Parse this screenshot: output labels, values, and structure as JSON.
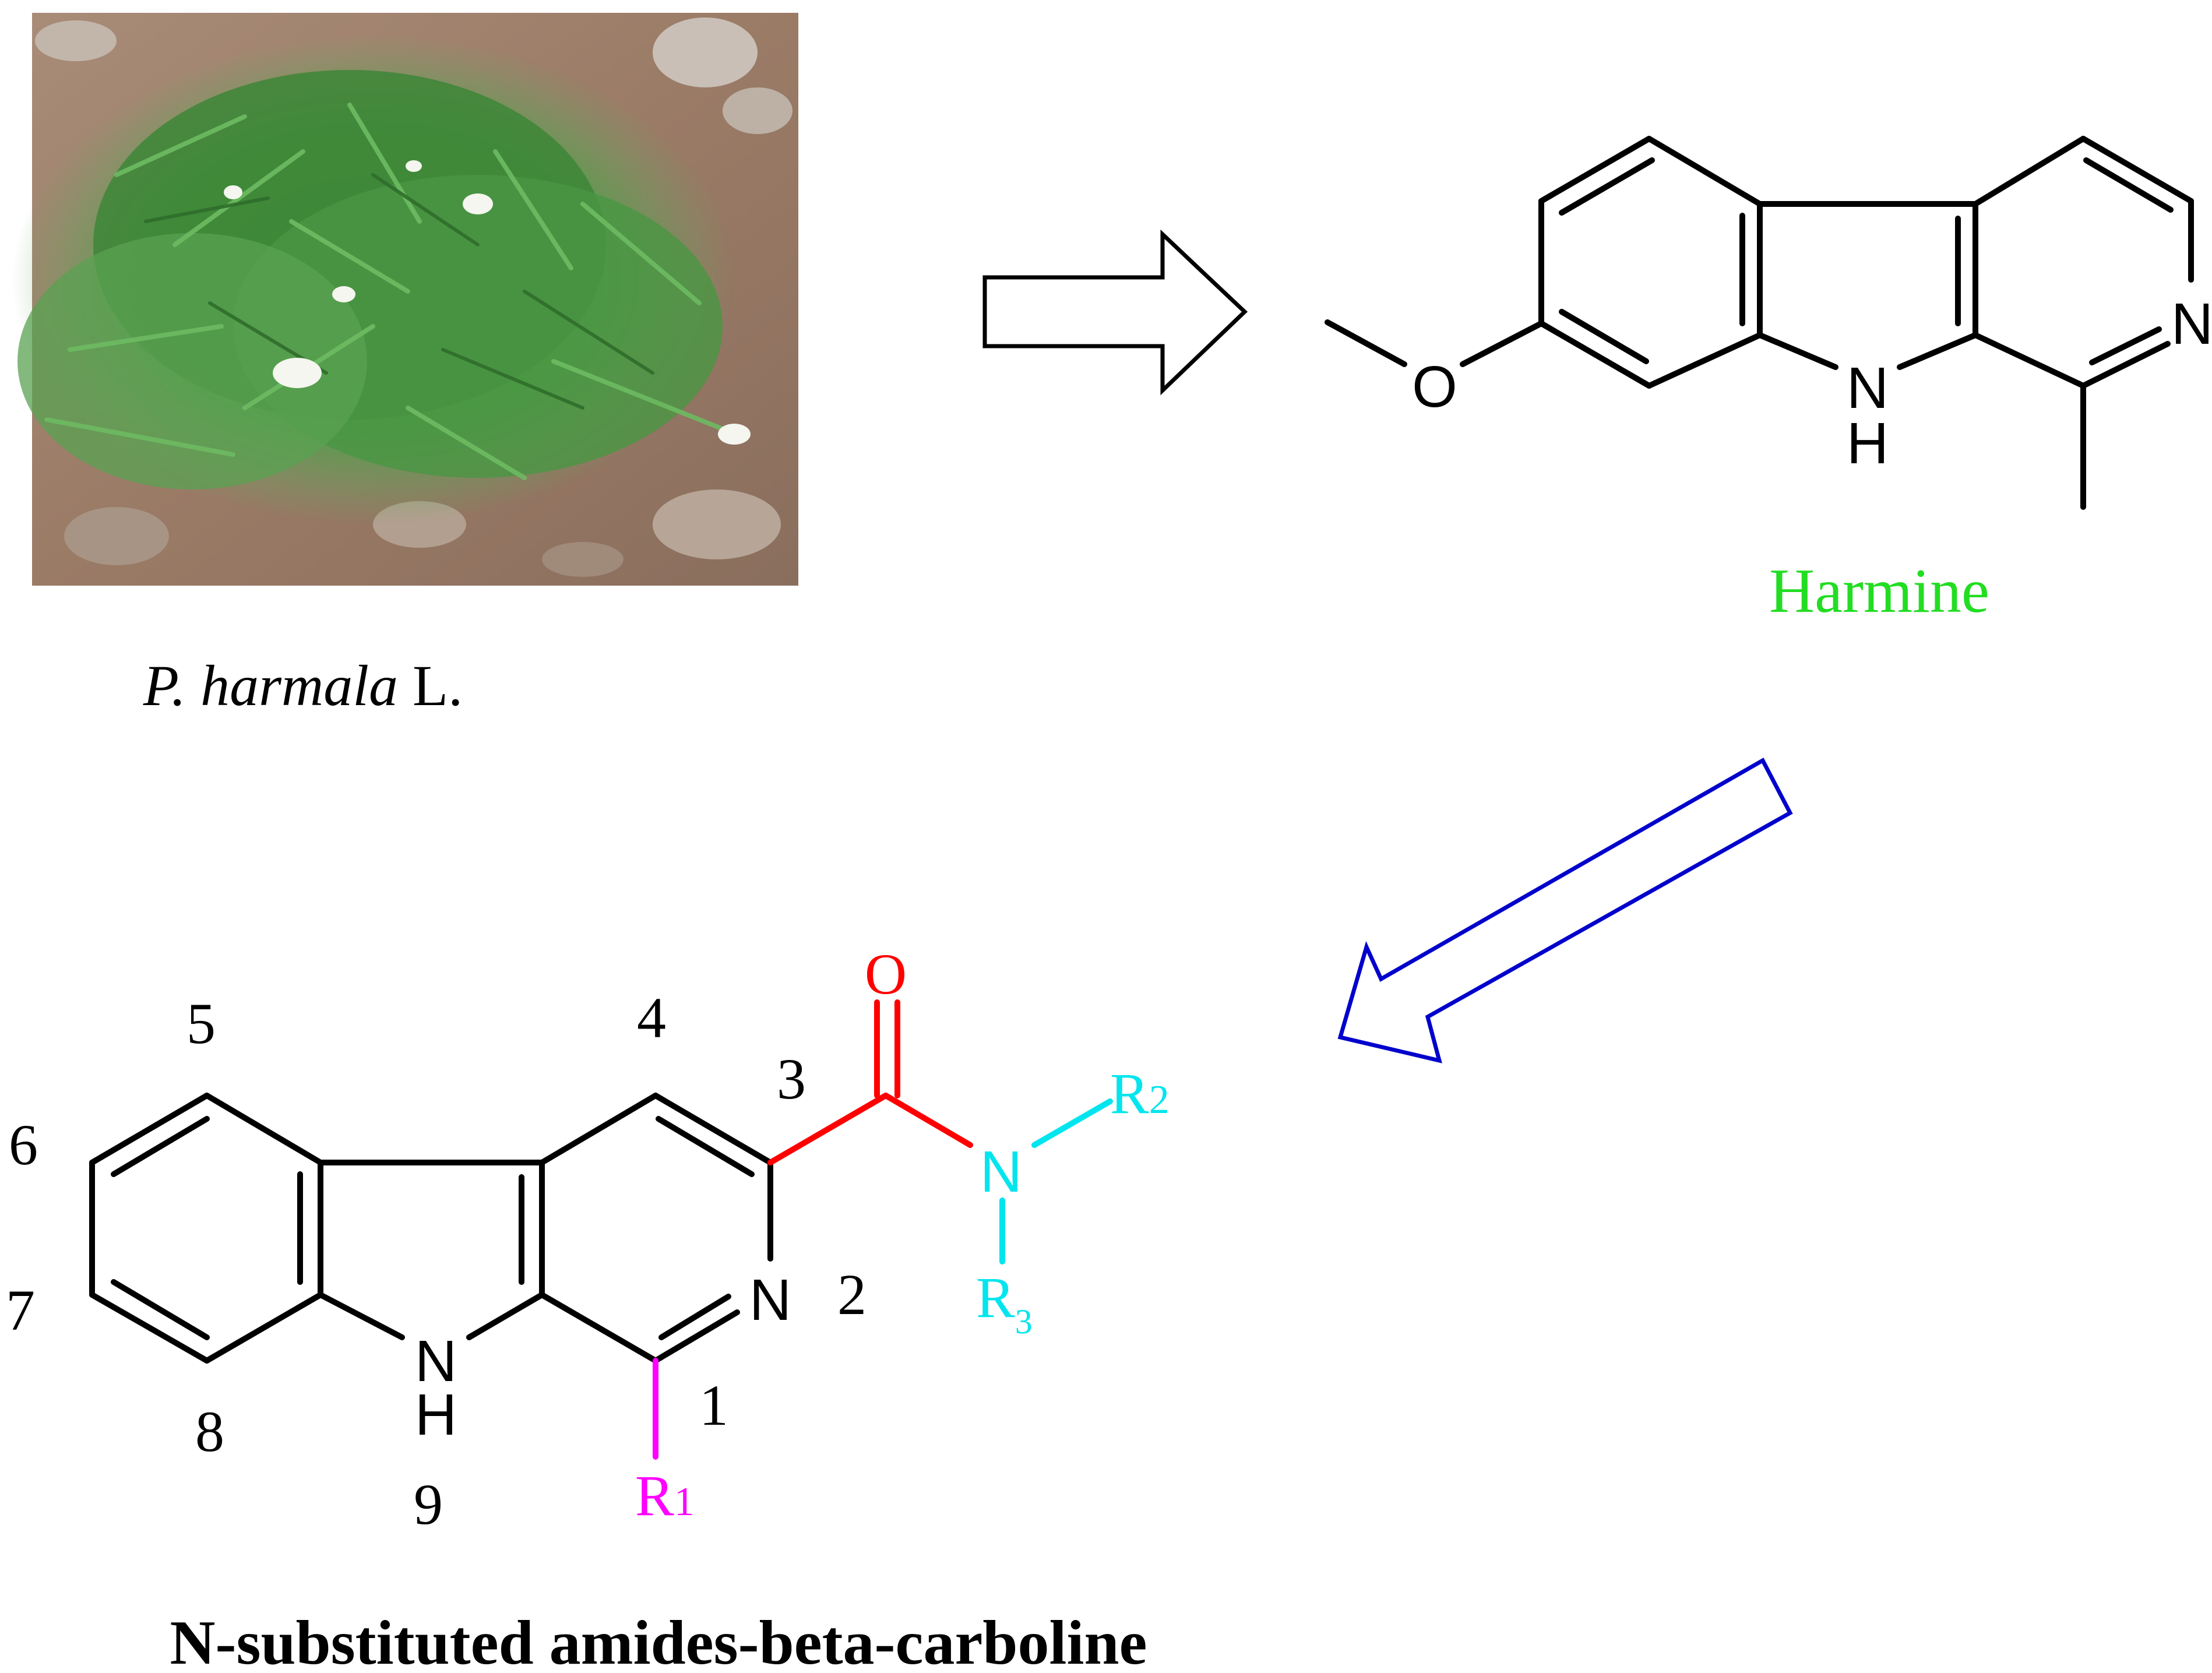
{
  "photo": {
    "caption_italic": "P. harmala",
    "caption_suffix": " L."
  },
  "harmine": {
    "name": "Harmine",
    "name_color": "#22dd22",
    "atoms": {
      "O": "O",
      "N_ring": "N",
      "N_H": "N",
      "H": "H"
    }
  },
  "product": {
    "title": "N-substituted amides-beta-carboline",
    "positions": [
      "1",
      "2",
      "3",
      "4",
      "5",
      "6",
      "7",
      "8",
      "9"
    ],
    "atoms": {
      "O": "O",
      "N_amide": "N",
      "N_ring": "N",
      "N_H": "N",
      "H": "H"
    },
    "substituents": {
      "R1": "R",
      "R1_sub": "1",
      "R2": "R",
      "R2_sub": "2",
      "R3": "R",
      "R3_sub": "3"
    },
    "colors": {
      "carbonyl": "#ff0000",
      "amide": "#00e5ee",
      "r1": "#ff00ff"
    }
  },
  "arrows": {
    "right_arrow_color": "#000000",
    "diagonal_arrow_color": "#0000cc"
  }
}
